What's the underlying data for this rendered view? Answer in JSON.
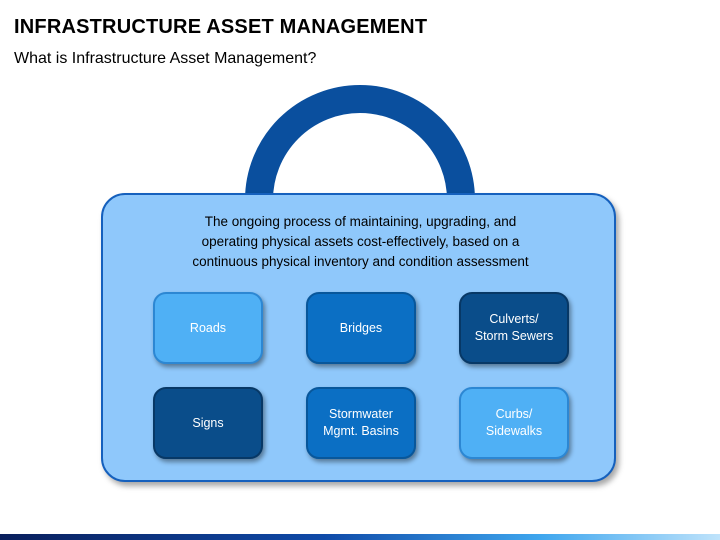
{
  "header": {
    "title": "INFRASTRUCTURE ASSET MANAGEMENT",
    "subtitle": "What is Infrastructure Asset Management?"
  },
  "diagram": {
    "description_lines": [
      "The ongoing process of maintaining, upgrading, and",
      "operating physical assets cost-effectively, based on a",
      "continuous physical inventory and condition assessment"
    ],
    "cards": [
      {
        "lines": [
          "Roads"
        ],
        "shade": "light"
      },
      {
        "lines": [
          "Bridges"
        ],
        "shade": "mid"
      },
      {
        "lines": [
          "Culverts/",
          "Storm Sewers"
        ],
        "shade": "dark"
      },
      {
        "lines": [
          "Signs"
        ],
        "shade": "dark"
      },
      {
        "lines": [
          "Stormwater",
          "Mgmt. Basins"
        ],
        "shade": "mid"
      },
      {
        "lines": [
          "Curbs/",
          "Sidewalks"
        ],
        "shade": "light"
      }
    ]
  },
  "colors": {
    "handle": "#0a4f9e",
    "bag_fill": "#8fc8fb",
    "card_light": "#4fb0f5",
    "card_mid": "#0b6fc4",
    "card_dark": "#0a4d8a"
  }
}
